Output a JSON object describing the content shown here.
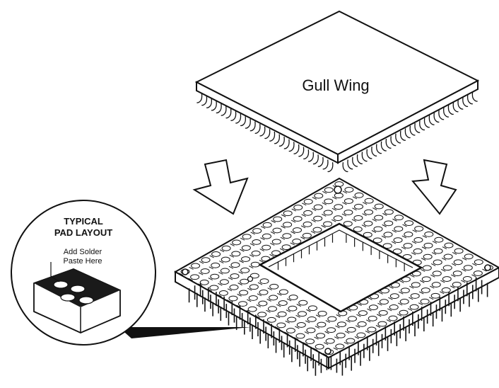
{
  "component": {
    "label": "Gull Wing"
  },
  "detail": {
    "title_line1": "TYPICAL",
    "title_line2": "PAD LAYOUT",
    "note_line1": "Add Solder",
    "note_line2": "Paste Here"
  },
  "colors": {
    "ink": "#111111",
    "paper": "#ffffff",
    "shade": "#222222"
  }
}
